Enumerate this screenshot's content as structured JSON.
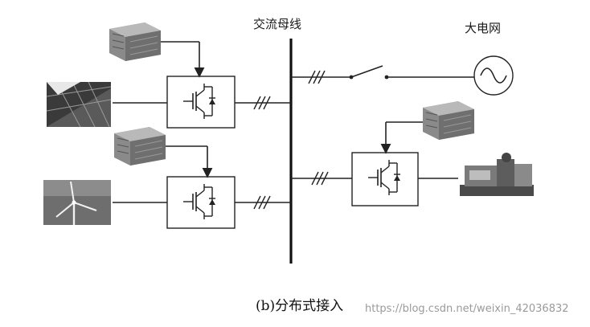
{
  "labels": {
    "ac_bus": "交流母线",
    "grid": "大电网",
    "caption": "(b)分布式接入",
    "watermark": "https://blog.csdn.net/weixin_42036832"
  },
  "components": {
    "pv_source": "solar-panel",
    "wind_source": "wind-turbine",
    "batteries": [
      "battery-pack",
      "battery-pack",
      "battery-pack"
    ],
    "converters": [
      "igbt-inverter",
      "igbt-inverter",
      "igbt-inverter"
    ],
    "generator": "diesel-generator",
    "grid_symbol": "ac-source",
    "switch": "grid-breaker"
  },
  "colors": {
    "line": "#222222",
    "background": "#ffffff"
  }
}
